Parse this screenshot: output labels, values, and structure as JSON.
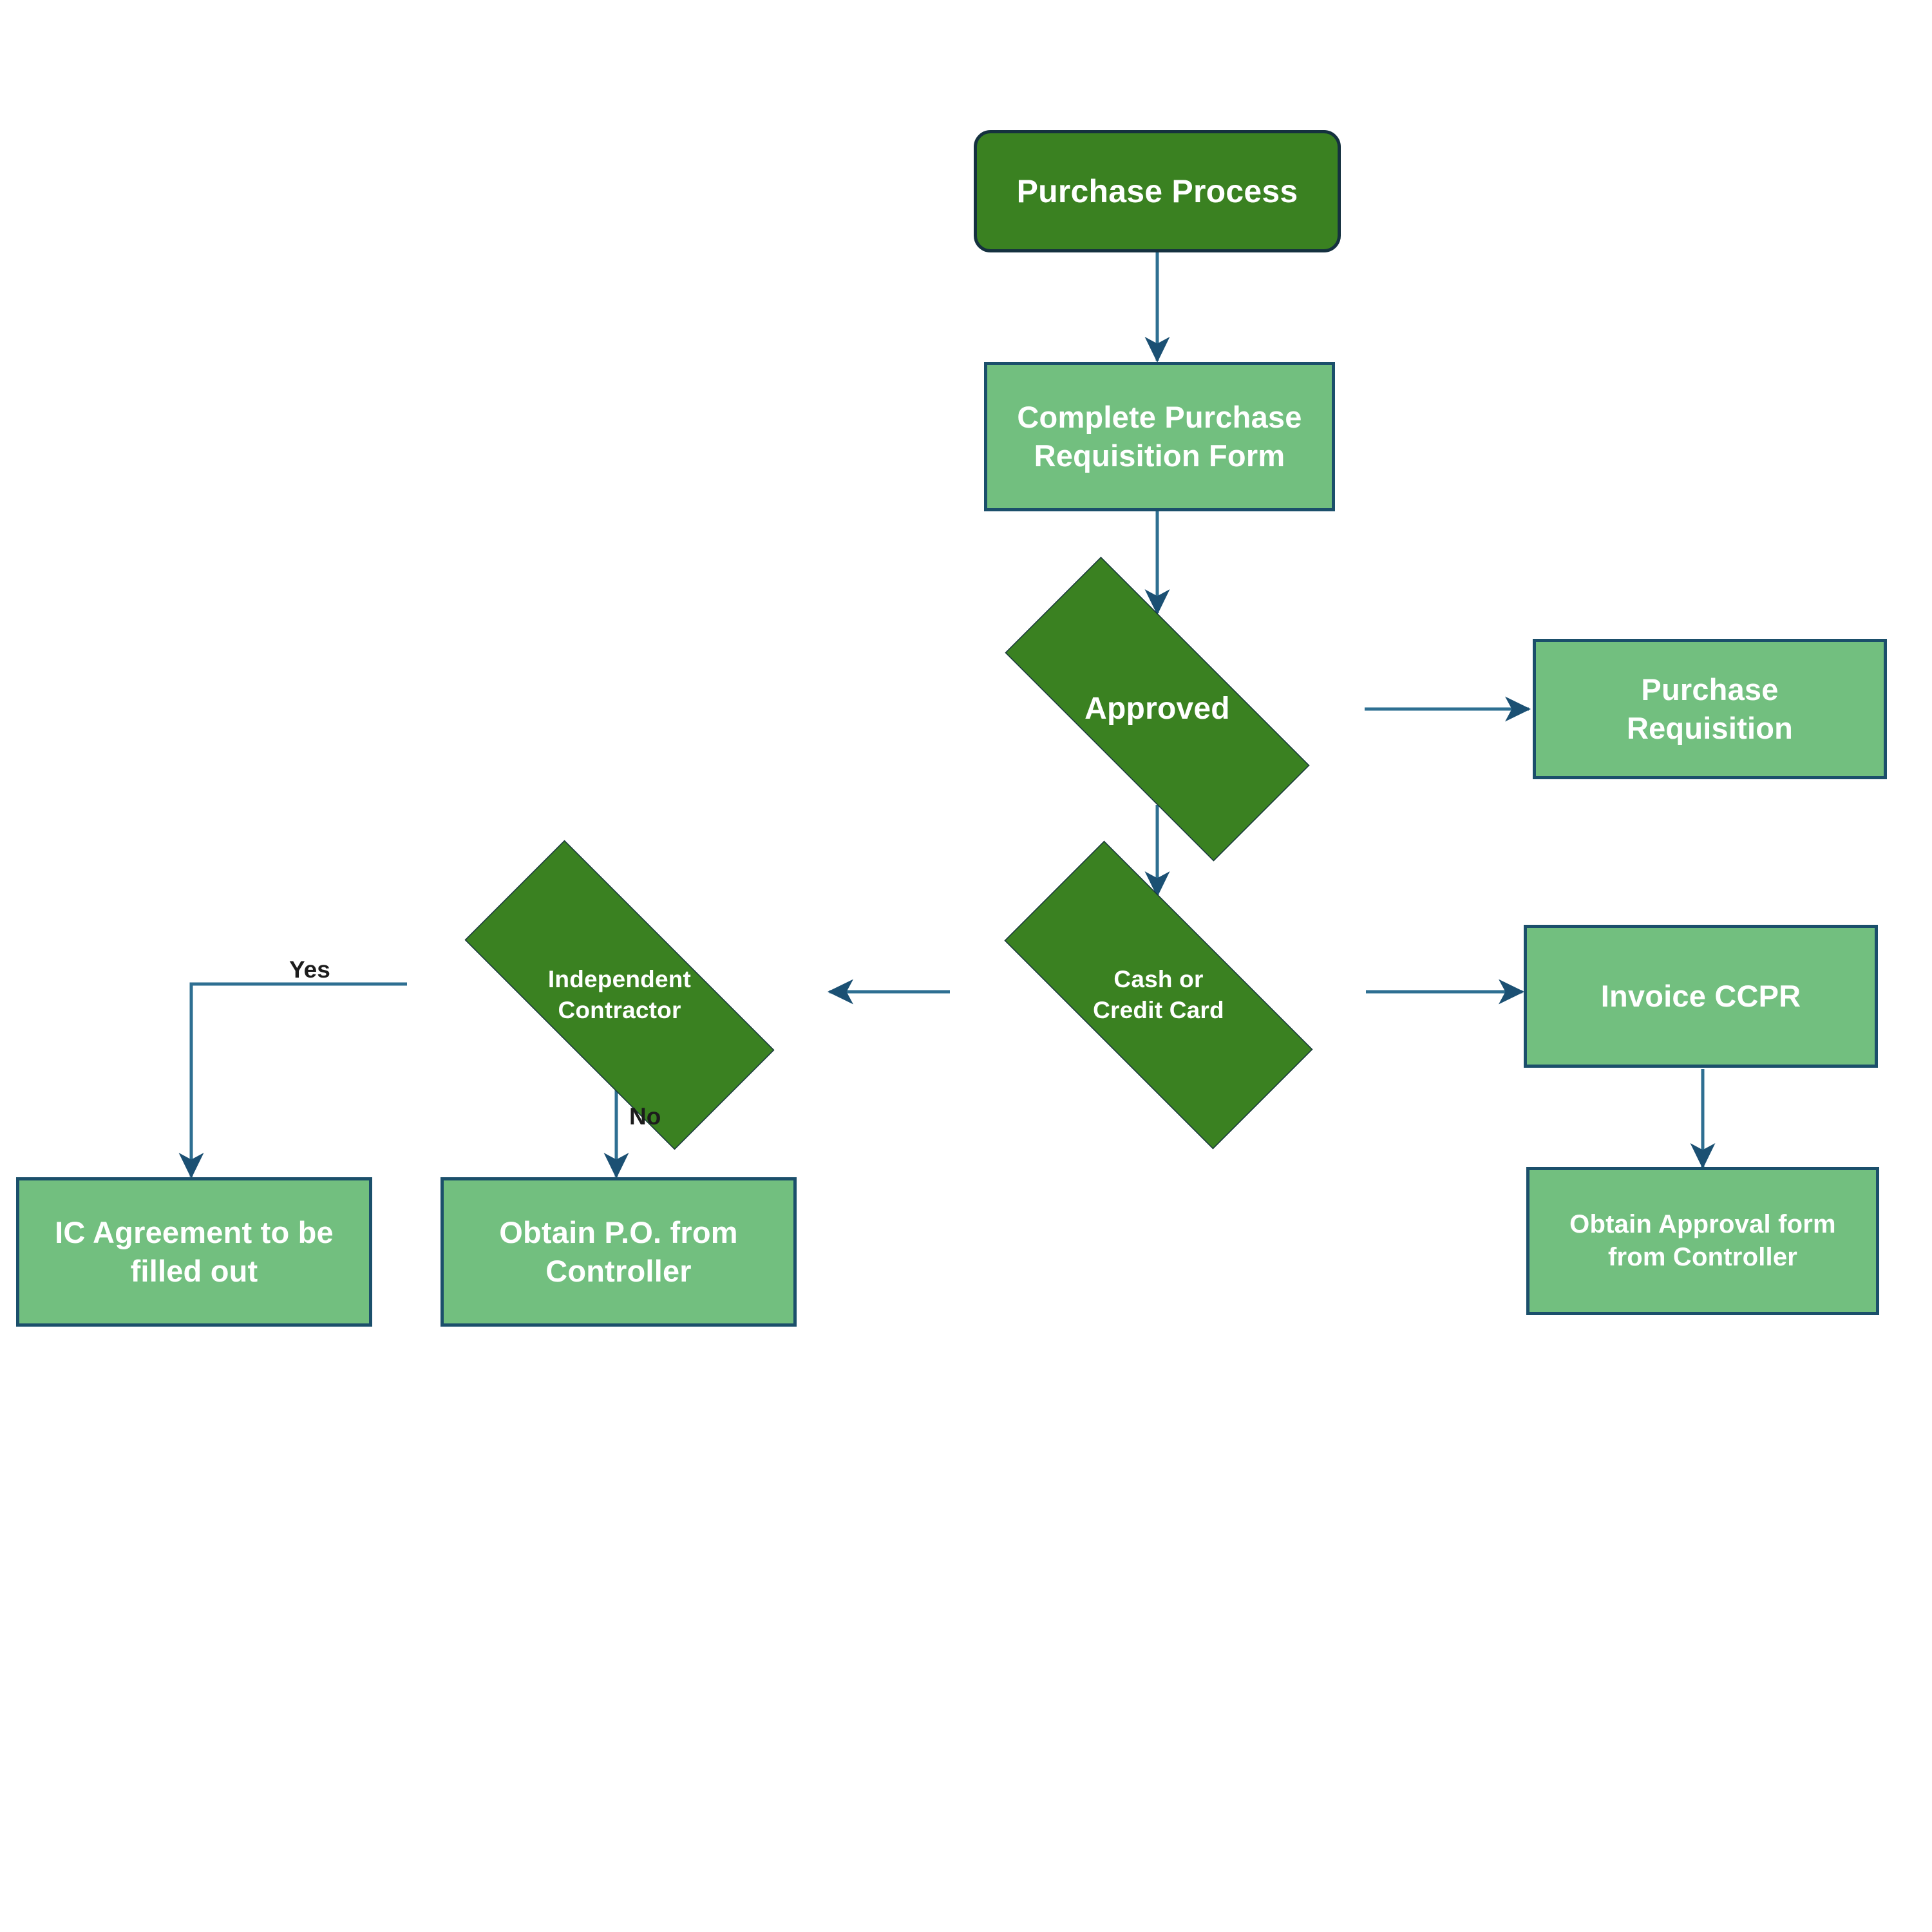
{
  "diagram": {
    "title": "Purchase Process",
    "type": "flowchart",
    "background_color": "#ffffff",
    "colors": {
      "terminator_fill": "#3a8121",
      "decision_fill": "#3a8121",
      "process_fill": "#72bf7f",
      "border": "#1b4f6b",
      "connector": "#2e6f92",
      "arrowhead": "#1b5073",
      "node_text": "#ffffff",
      "edge_label_text": "#1c1c1c"
    }
  },
  "nodes": {
    "start": {
      "label": "Purchase Process",
      "shape": "rounded-rectangle"
    },
    "requisition_form": {
      "line1": "Complete Purchase",
      "line2": "Requisition Form",
      "shape": "rectangle"
    },
    "approved": {
      "label": "Approved",
      "shape": "diamond"
    },
    "purchase_requisition": {
      "line1": "Purchase",
      "line2": "Requisition",
      "shape": "rectangle"
    },
    "cash_or_credit": {
      "line1": "Cash  or",
      "line2": "Credit Card",
      "shape": "diamond"
    },
    "independent_contractor": {
      "line1": "Independent",
      "line2": "Contractor",
      "shape": "diamond"
    },
    "invoice_ccpr": {
      "label": "Invoice CCPR",
      "shape": "rectangle"
    },
    "ic_agreement": {
      "line1": "IC Agreement to be",
      "line2": "filled out",
      "shape": "rectangle"
    },
    "obtain_po": {
      "line1": "Obtain P.O. from",
      "line2": "Controller",
      "shape": "rectangle"
    },
    "obtain_approval": {
      "line1": "Obtain Approval form",
      "line2": "from Controller",
      "shape": "rectangle"
    }
  },
  "edge_labels": {
    "yes": "Yes",
    "no": "No"
  },
  "edges": [
    {
      "from": "start",
      "to": "requisition_form",
      "label": ""
    },
    {
      "from": "requisition_form",
      "to": "approved",
      "label": ""
    },
    {
      "from": "approved",
      "to": "purchase_requisition",
      "label": ""
    },
    {
      "from": "approved",
      "to": "cash_or_credit",
      "label": ""
    },
    {
      "from": "cash_or_credit",
      "to": "invoice_ccpr",
      "label": ""
    },
    {
      "from": "cash_or_credit",
      "to": "independent_contractor",
      "label": ""
    },
    {
      "from": "independent_contractor",
      "to": "ic_agreement",
      "label": "Yes"
    },
    {
      "from": "independent_contractor",
      "to": "obtain_po",
      "label": "No"
    },
    {
      "from": "invoice_ccpr",
      "to": "obtain_approval",
      "label": ""
    }
  ]
}
